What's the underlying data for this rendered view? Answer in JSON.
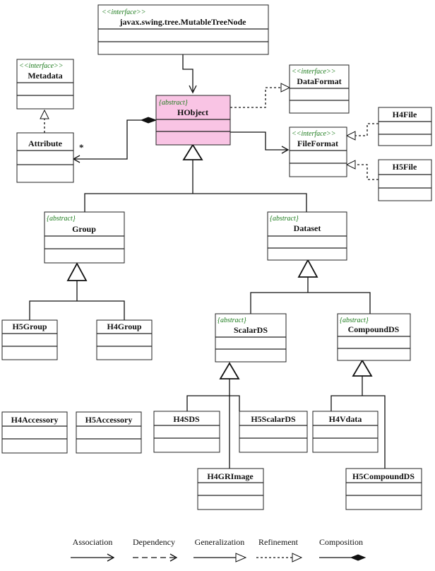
{
  "classes": {
    "mutable_tree_node": {
      "stereotype": "<<interface>>",
      "name": "javax.swing.tree.MutableTreeNode"
    },
    "metadata": {
      "stereotype": "<<interface>>",
      "name": "Metadata"
    },
    "attribute": {
      "name": "Attribute"
    },
    "hobject": {
      "stereotype": "{abstract}",
      "name": "HObject"
    },
    "dataformat": {
      "stereotype": "<<interface>>",
      "name": "DataFormat"
    },
    "fileformat": {
      "stereotype": "<<interface>>",
      "name": "FileFormat"
    },
    "h4file": {
      "name": "H4File"
    },
    "h5file": {
      "name": "H5File"
    },
    "group": {
      "stereotype": "{abstract}",
      "name": "Group"
    },
    "dataset": {
      "stereotype": "{abstract}",
      "name": "Dataset"
    },
    "h5group": {
      "name": "H5Group"
    },
    "h4group": {
      "name": "H4Group"
    },
    "scalards": {
      "stereotype": "{abstract}",
      "name": "ScalarDS"
    },
    "compoundds": {
      "stereotype": "{abstract}",
      "name": "CompoundDS"
    },
    "h4accessory": {
      "name": "H4Accessory"
    },
    "h5accessory": {
      "name": "H5Accessory"
    },
    "h4sds": {
      "name": "H4SDS"
    },
    "h5scalards": {
      "name": "H5ScalarDS"
    },
    "h4vdata": {
      "name": "H4Vdata"
    },
    "h4grimage": {
      "name": "H4GRImage"
    },
    "h5compoundds": {
      "name": "H5CompoundDS"
    }
  },
  "multiplicity": "*",
  "legend": {
    "association": "Association",
    "dependency": "Dependency",
    "generalization": "Generalization",
    "refinement": "Refinement",
    "composition": "Composition"
  },
  "colors": {
    "abstract_fill": "#f9c4e4",
    "stereotype_text": "#1a7a1a"
  }
}
